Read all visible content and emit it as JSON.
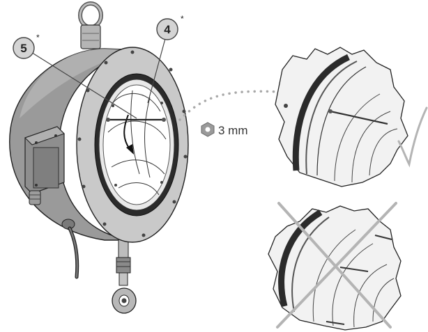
{
  "callouts": [
    {
      "number": "5",
      "marker": "*"
    },
    {
      "number": "4",
      "marker": "*"
    }
  ],
  "hex_key": {
    "icon": "hex-key-icon",
    "size_label": "3 mm"
  },
  "verdicts": {
    "correct": "check-mark-icon",
    "incorrect": "cross-mark-icon"
  },
  "colors": {
    "housing": "#a9a9a9",
    "housing_dark": "#6f6f6f",
    "ring": "#c8c8c8",
    "seal": "#2b2b2b",
    "dotted_line": "#a8a8a8",
    "cross": "#b4b4b4",
    "check": "#b4b4b4",
    "callout_fill": "#d4d4d4"
  }
}
